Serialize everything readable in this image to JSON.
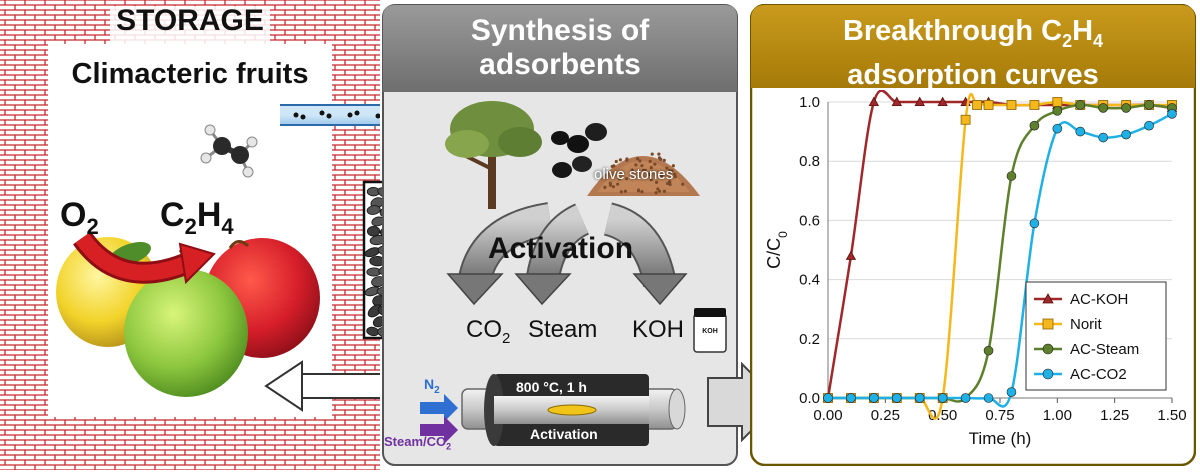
{
  "storage": {
    "title": "STORAGE",
    "subtitle": "Climacteric fruits",
    "o2": "O",
    "o2_sub": "2",
    "c2h4_c": "C",
    "c2h4_sub1": "2",
    "c2h4_h": "H",
    "c2h4_sub2": "4"
  },
  "synthesis": {
    "title_line1": "Synthesis of",
    "title_line2": "adsorbents",
    "olive_label": "olive stones",
    "activation": "Activation",
    "co2_label": "CO",
    "co2_sub": "2",
    "steam_label": "Steam",
    "koh_label": "KOH",
    "koh_jar": "KOH",
    "reactor_temp": "800 °C, 1 h",
    "reactor_label": "Activation",
    "n2": "N",
    "n2_sub": "2",
    "steam_co2": "Steam/CO",
    "steam_co2_sub": "2"
  },
  "breakthrough": {
    "title_line1": "Breakthrough C",
    "title_sub1": "2",
    "title_h": "H",
    "title_sub2": "4",
    "title_line2": "adsorption curves"
  },
  "colors": {
    "brick": "#c8282e",
    "gray_header": "#7f7f7f",
    "gold_header": "#b8860b",
    "ac_koh": "#a0282a",
    "norit": "#f5b81c",
    "ac_steam": "#5e7f2c",
    "ac_co2": "#1fb0e6"
  },
  "chart_data": {
    "type": "line",
    "xlabel": "Time (h)",
    "ylabel": "C/C",
    "ylabel_sub": "0",
    "xlim": [
      0,
      1.5
    ],
    "ylim": [
      0,
      1.0
    ],
    "xticks": [
      "0.00",
      "0.25",
      "0.50",
      "0.75",
      "1.00",
      "1.25",
      "1.50"
    ],
    "yticks": [
      "0.0",
      "0.2",
      "0.4",
      "0.6",
      "0.8",
      "1.0"
    ],
    "legend_position": "bottom-right",
    "series": [
      {
        "name": "AC-KOH",
        "marker": "triangle",
        "color": "#a0282a",
        "x": [
          0,
          0.1,
          0.2,
          0.3,
          0.4,
          0.5,
          0.6,
          0.7,
          0.8,
          0.9,
          1.0,
          1.1,
          1.2,
          1.3,
          1.4,
          1.5
        ],
        "y": [
          0,
          0.48,
          1.0,
          1.0,
          1.0,
          1.0,
          1.0,
          1.0,
          0.99,
          0.99,
          0.99,
          0.99,
          0.99,
          0.99,
          0.99,
          0.98
        ]
      },
      {
        "name": "Norit",
        "marker": "square",
        "color": "#f5b81c",
        "x": [
          0,
          0.1,
          0.2,
          0.3,
          0.4,
          0.5,
          0.6,
          0.65,
          0.7,
          0.8,
          0.9,
          1.0,
          1.1,
          1.2,
          1.3,
          1.4,
          1.5
        ],
        "y": [
          0,
          0,
          0,
          0,
          0,
          0,
          0.94,
          0.99,
          0.99,
          0.99,
          0.99,
          1.0,
          0.99,
          0.99,
          0.99,
          0.99,
          0.99
        ]
      },
      {
        "name": "AC-Steam",
        "marker": "circle",
        "color": "#5e7f2c",
        "x": [
          0,
          0.1,
          0.2,
          0.3,
          0.4,
          0.5,
          0.6,
          0.7,
          0.8,
          0.9,
          1.0,
          1.1,
          1.2,
          1.3,
          1.4,
          1.5
        ],
        "y": [
          0,
          0,
          0,
          0,
          0,
          0,
          0,
          0.16,
          0.75,
          0.92,
          0.97,
          0.99,
          0.98,
          0.98,
          0.99,
          0.98
        ]
      },
      {
        "name": "AC-CO2",
        "marker": "circle",
        "color": "#1fb0e6",
        "x": [
          0,
          0.1,
          0.2,
          0.3,
          0.4,
          0.5,
          0.6,
          0.7,
          0.8,
          0.9,
          1.0,
          1.1,
          1.2,
          1.3,
          1.4,
          1.5
        ],
        "y": [
          0,
          0,
          0,
          0,
          0,
          0,
          0,
          0,
          0.02,
          0.59,
          0.91,
          0.9,
          0.88,
          0.89,
          0.92,
          0.96
        ]
      }
    ]
  }
}
